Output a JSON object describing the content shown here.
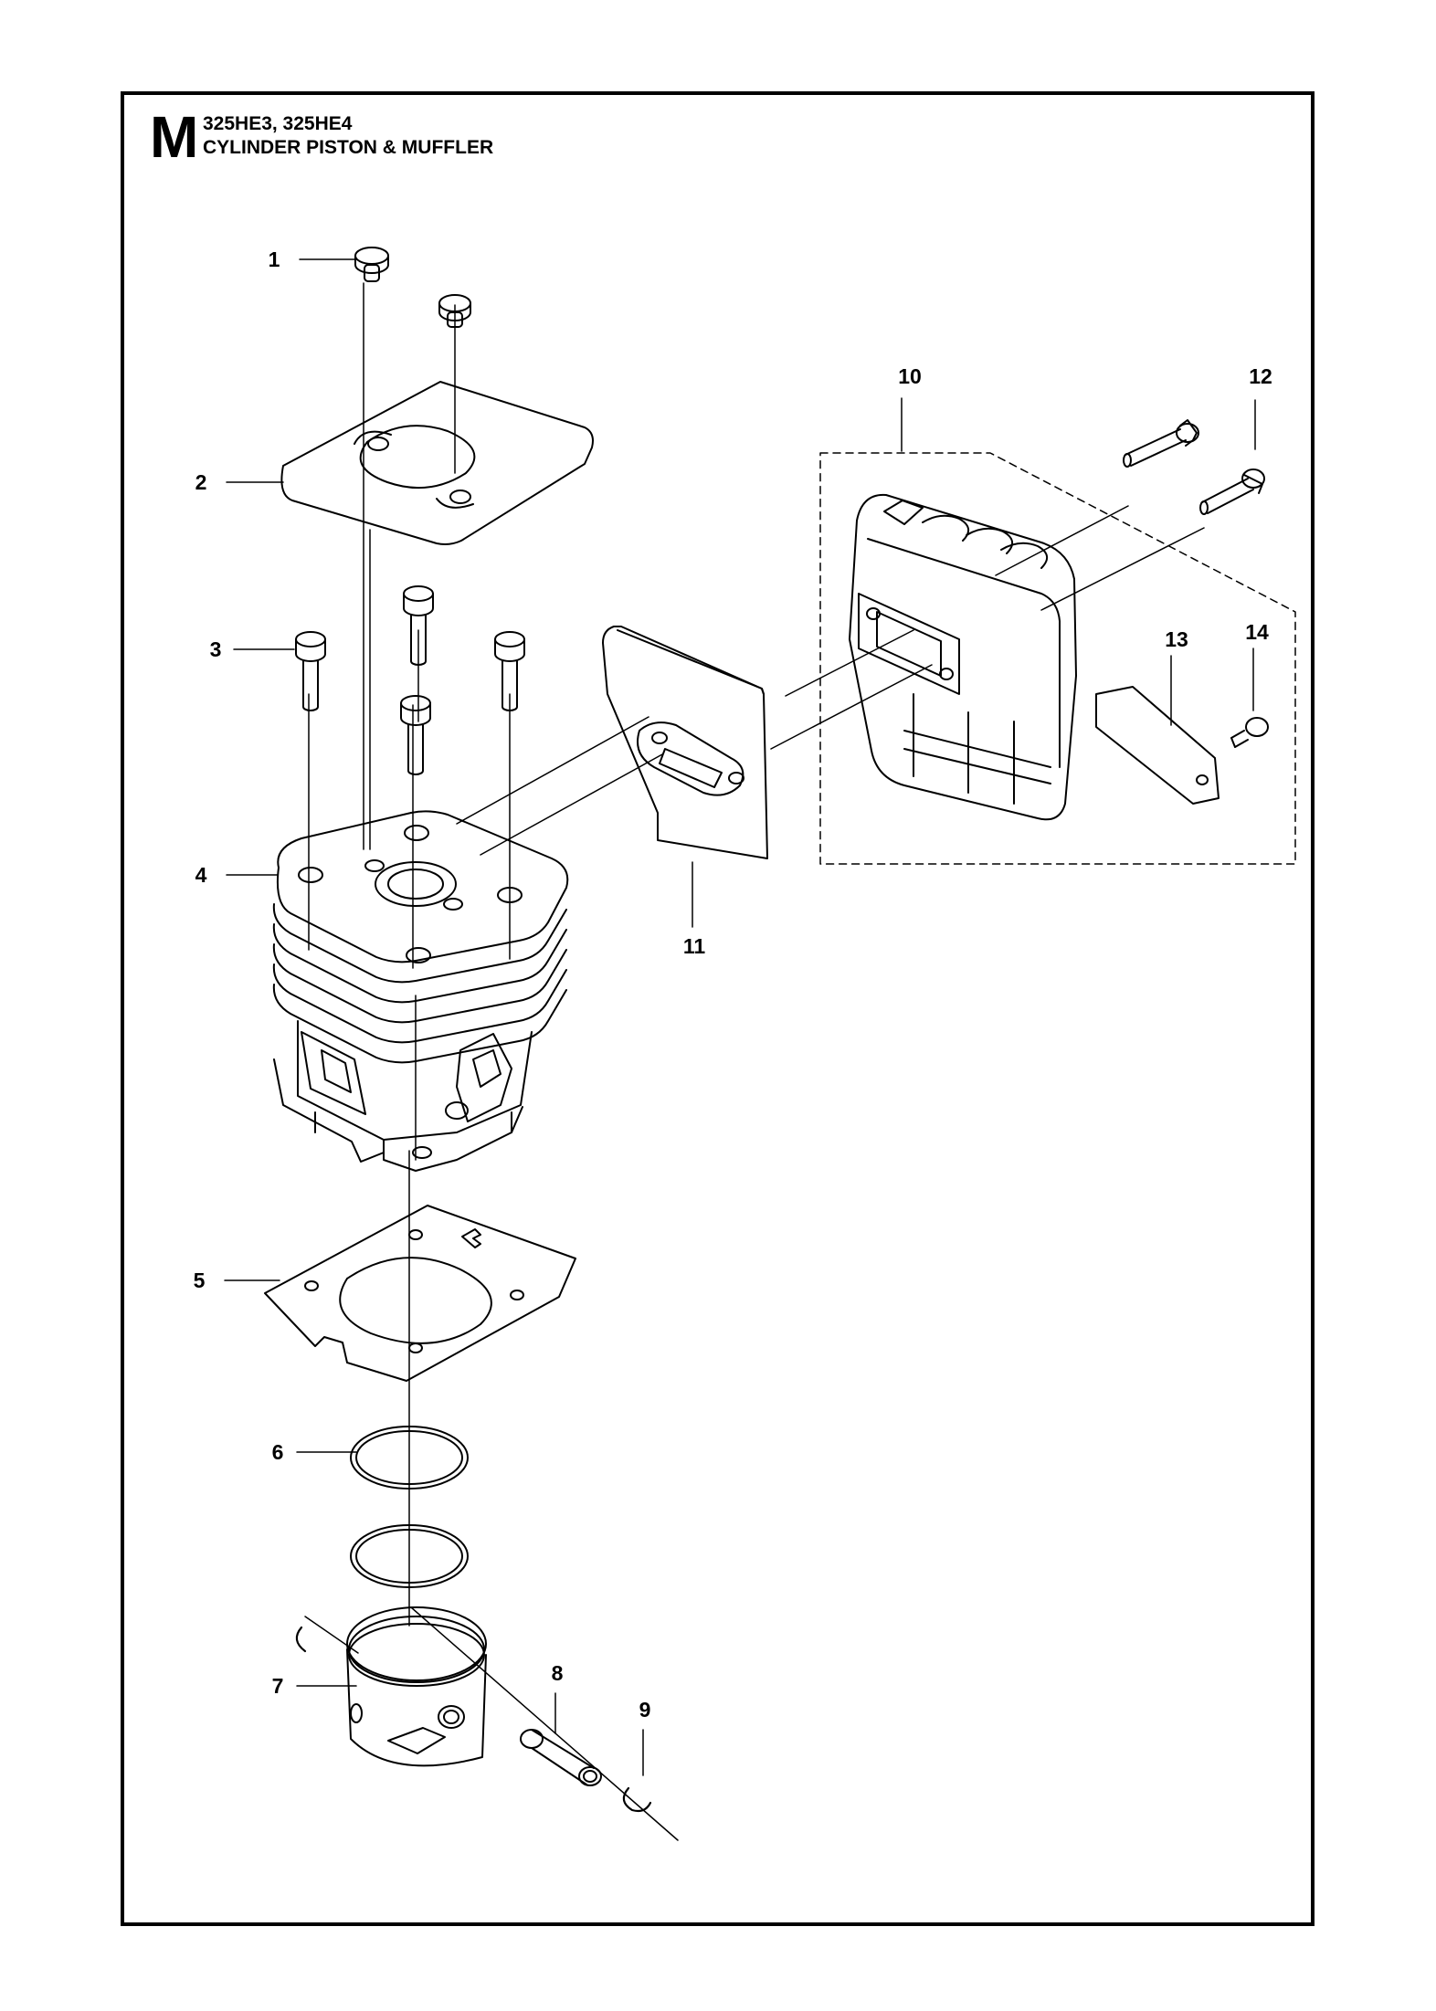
{
  "header": {
    "section_letter": "M",
    "models": "325HE3, 325HE4",
    "title": "CYLINDER PISTON & MUFFLER"
  },
  "callouts": [
    "1",
    "2",
    "3",
    "4",
    "5",
    "6",
    "7",
    "8",
    "9",
    "10",
    "11",
    "12",
    "13",
    "14"
  ]
}
